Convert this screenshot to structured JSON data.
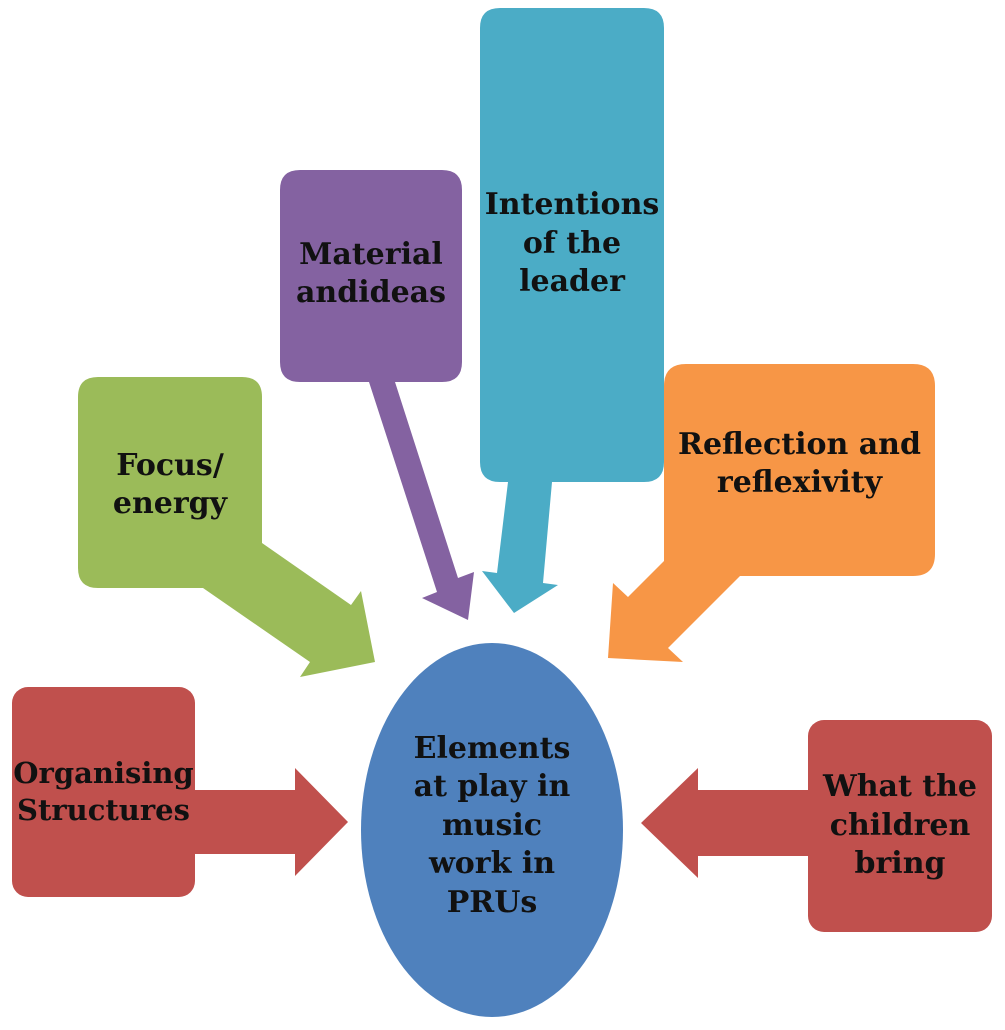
{
  "center": {
    "text": "Elements\nat play in\nmusic\nwork in\nPRUs",
    "color": "#4f81bd"
  },
  "callouts": {
    "material": {
      "text": "Material\nandideas",
      "color": "#8462a1"
    },
    "intentions": {
      "text": "Intentions\nof the\nleader",
      "color": "#4bacc6"
    },
    "focus": {
      "text": "Focus/\nenergy",
      "color": "#9bbb59"
    },
    "reflection": {
      "text": "Reflection and\nreflexivity",
      "color": "#f79646"
    },
    "organising": {
      "text": "Organising\nStructures",
      "color": "#c0504d"
    },
    "children": {
      "text": "What the\nchildren\nbring",
      "color": "#c0504d"
    }
  }
}
